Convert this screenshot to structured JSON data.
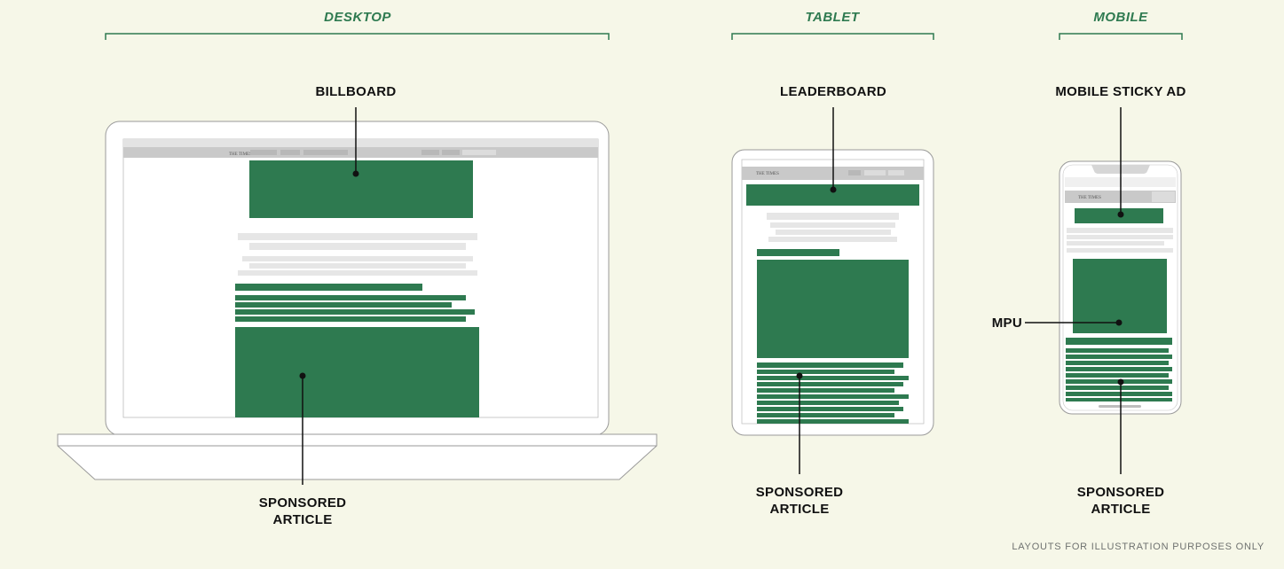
{
  "sections": {
    "desktop": "DESKTOP",
    "tablet": "TABLET",
    "mobile": "MOBILE"
  },
  "callouts": {
    "billboard": "BILLBOARD",
    "desktop_sponsored_line1": "SPONSORED",
    "desktop_sponsored_line2": "ARTICLE",
    "leaderboard": "LEADERBOARD",
    "tablet_sponsored_line1": "SPONSORED",
    "tablet_sponsored_line2": "ARTICLE",
    "mobile_sticky": "MOBILE STICKY AD",
    "mpu": "MPU",
    "mobile_sponsored_line1": "SPONSORED",
    "mobile_sponsored_line2": "ARTICLE"
  },
  "mockup_text": {
    "logo": "THE TIMES"
  },
  "footnote": "LAYOUTS FOR ILLUSTRATION PURPOSES ONLY",
  "colors": {
    "background": "#f6f7e8",
    "ad_green": "#2e7a50",
    "heading_green": "#2e7a50",
    "placeholder_grey": "#e6e6e6",
    "device_outline": "#9a9a9a"
  }
}
